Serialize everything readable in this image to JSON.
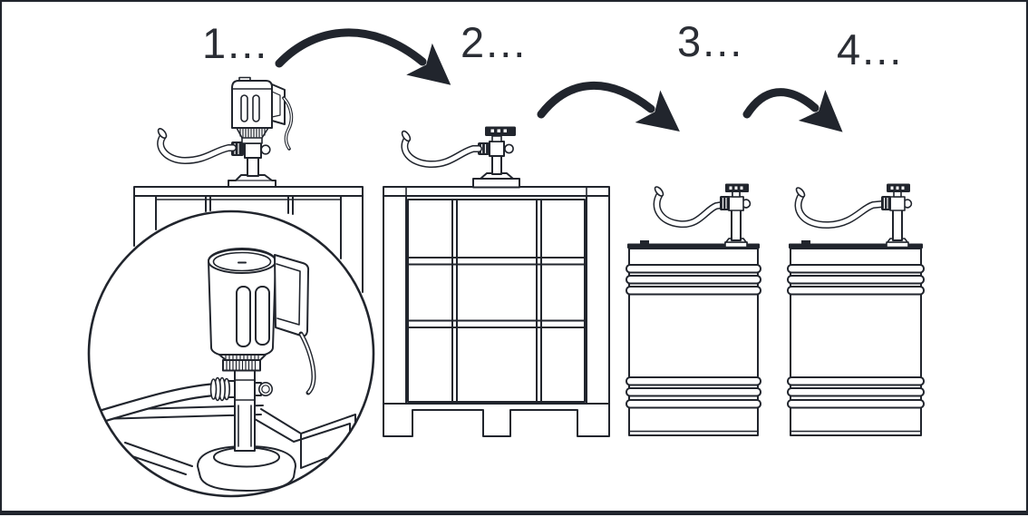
{
  "figure": {
    "type": "instruction-diagram",
    "background": "#ffffff",
    "line_color": "#21252d",
    "label_color": "#2b2e35"
  },
  "steps": [
    {
      "label": "1...",
      "icon": "motor-pump-on-ibc-tote"
    },
    {
      "label": "2...",
      "icon": "pump-tube-on-ibc-tote"
    },
    {
      "label": "3...",
      "icon": "pump-tube-on-steel-drum"
    },
    {
      "label": "4...",
      "icon": "pump-tube-on-steel-drum"
    }
  ],
  "arrows": [
    {
      "icon": "curved-arrow-right",
      "from": "1",
      "to": "2"
    },
    {
      "icon": "curved-arrow-right",
      "from": "2",
      "to": "3"
    },
    {
      "icon": "curved-arrow-right",
      "from": "3",
      "to": "4"
    }
  ],
  "detail": {
    "icon": "magnifier-detail-circle",
    "shows": "pump-motor-coupling-close-up"
  }
}
